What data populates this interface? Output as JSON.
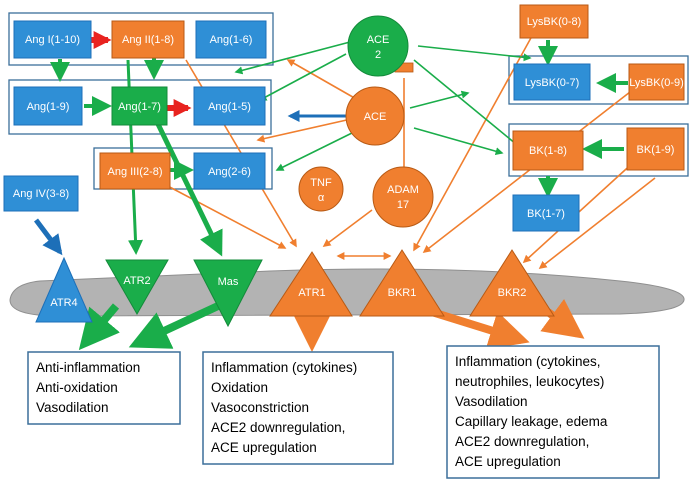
{
  "colors": {
    "blue": "#2f8fd6",
    "orange": "#f07f2f",
    "green": "#1aad4a",
    "red": "#e8231f",
    "membrane": "#b3b3b3",
    "frame": "#3b6f9a"
  },
  "nodes": {
    "ang_1_10": "Ang I(1-10)",
    "ang_1_8": "Ang II(1-8)",
    "ang_1_6": "Ang(1-6)",
    "ang_1_9": "Ang(1-9)",
    "ang_1_7": "Ang(1-7)",
    "ang_1_5": "Ang(1-5)",
    "ang_2_8": "Ang III(2-8)",
    "ang_2_6": "Ang(2-6)",
    "ang_3_8": "Ang IV(3-8)",
    "lysbk_0_8": "LysBK(0-8)",
    "lysbk_0_7": "LysBK(0-7)",
    "lysbk_0_9": "LysBK(0-9)",
    "bk_1_8": "BK(1-8)",
    "bk_1_9": "BK(1-9)",
    "bk_1_7": "BK(1-7)",
    "ace2_line1": "ACE",
    "ace2_line2": "2",
    "ace": "ACE",
    "tnf_line1": "TNF",
    "tnf_line2": "α",
    "adam_line1": "ADAM",
    "adam_line2": "17"
  },
  "receptors": {
    "atr4": "ATR4",
    "atr2": "ATR2",
    "mas": "Mas",
    "atr1": "ATR1",
    "bkr1": "BKR1",
    "bkr2": "BKR2"
  },
  "effects": {
    "protective": [
      "Anti-inflammation",
      "Anti-oxidation",
      "Vasodilation"
    ],
    "atr1": [
      "Inflammation (cytokines)",
      "Oxidation",
      "Vasoconstriction",
      "ACE2 downregulation,",
      "ACE upregulation"
    ],
    "bkr": [
      "Inflammation (cytokines,",
      "neutrophiles, leukocytes)",
      "Vasodilation",
      "Capillary leakage, edema",
      "ACE2 downregulation,",
      "ACE upregulation"
    ]
  }
}
